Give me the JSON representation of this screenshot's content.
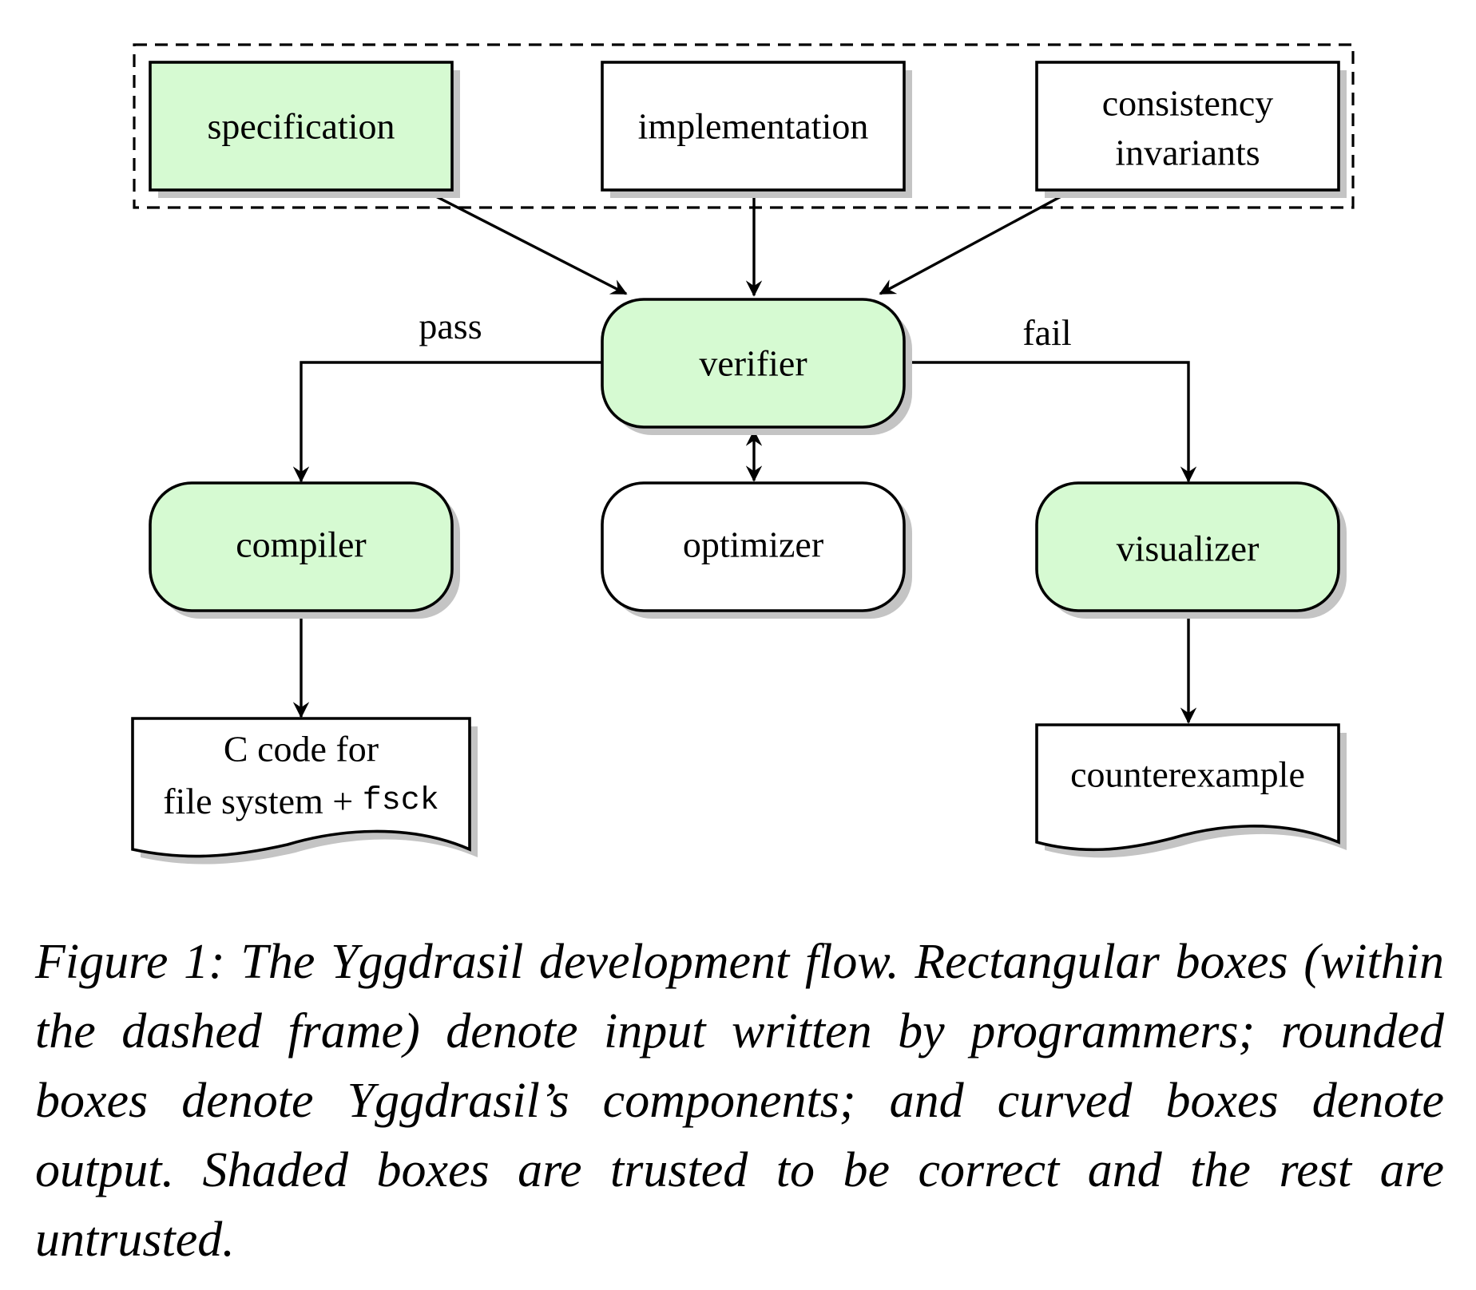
{
  "colors": {
    "trusted_fill": "#d6fad2",
    "untrusted_fill": "#ffffff",
    "stroke": "#000000",
    "shadow": "#c4c4c4"
  },
  "nodes": {
    "specification": {
      "label": "specification",
      "shape": "rectangle",
      "trusted": true
    },
    "implementation": {
      "label": "implementation",
      "shape": "rectangle",
      "trusted": false
    },
    "consistency": {
      "lines": [
        "consistency",
        "invariants"
      ],
      "shape": "rectangle",
      "trusted": false
    },
    "verifier": {
      "label": "verifier",
      "shape": "rounded",
      "trusted": true
    },
    "compiler": {
      "label": "compiler",
      "shape": "rounded",
      "trusted": true
    },
    "optimizer": {
      "label": "optimizer",
      "shape": "rounded",
      "trusted": false
    },
    "visualizer": {
      "label": "visualizer",
      "shape": "rounded",
      "trusted": true
    },
    "ccode": {
      "line1": "C code for",
      "line2_prefix": "file system + ",
      "line2_code": "fsck",
      "shape": "curved",
      "trusted": false
    },
    "counterexample": {
      "label": "counterexample",
      "shape": "curved",
      "trusted": false
    }
  },
  "edges": [
    {
      "from": "specification",
      "to": "verifier"
    },
    {
      "from": "implementation",
      "to": "verifier"
    },
    {
      "from": "consistency",
      "to": "verifier"
    },
    {
      "from": "verifier",
      "to": "compiler",
      "label": "pass"
    },
    {
      "from": "verifier",
      "to": "visualizer",
      "label": "fail"
    },
    {
      "from": "verifier",
      "to": "optimizer",
      "bidirectional": true
    },
    {
      "from": "compiler",
      "to": "ccode"
    },
    {
      "from": "visualizer",
      "to": "counterexample"
    }
  ],
  "edge_labels": {
    "pass": "pass",
    "fail": "fail"
  },
  "caption": "Figure 1: The Yggdrasil development flow. Rectangular boxes (within the dashed frame) denote input written by programmers; rounded boxes denote Yggdrasil’s components; and curved boxes denote output. Shaded boxes are trusted to be correct and the rest are untrusted."
}
